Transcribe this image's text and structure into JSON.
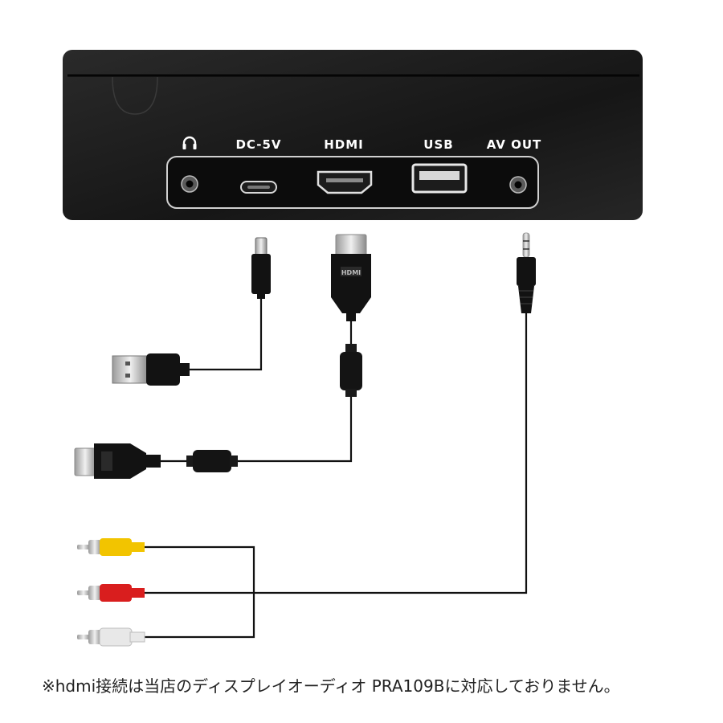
{
  "device": {
    "ports": [
      {
        "label": "",
        "icon": "headphones-icon"
      },
      {
        "label": "DC-5V",
        "icon": "usb-c-port-icon"
      },
      {
        "label": "HDMI",
        "icon": "hdmi-port-icon"
      },
      {
        "label": "USB",
        "icon": "usb-a-port-icon"
      },
      {
        "label": "AV OUT",
        "icon": "av-jack-port-icon"
      }
    ]
  },
  "cables": {
    "hdmi_plug_text": "HDMI",
    "rca_plug_colors": [
      "#f2c400",
      "#d91e1e",
      "#e8e8e8"
    ]
  },
  "colors": {
    "device_body": "#1b1b1b",
    "cable": "#111111"
  },
  "note": "※hdmi接続は当店のディスプレイオーディオ PRA109Bに対応しておりません。"
}
